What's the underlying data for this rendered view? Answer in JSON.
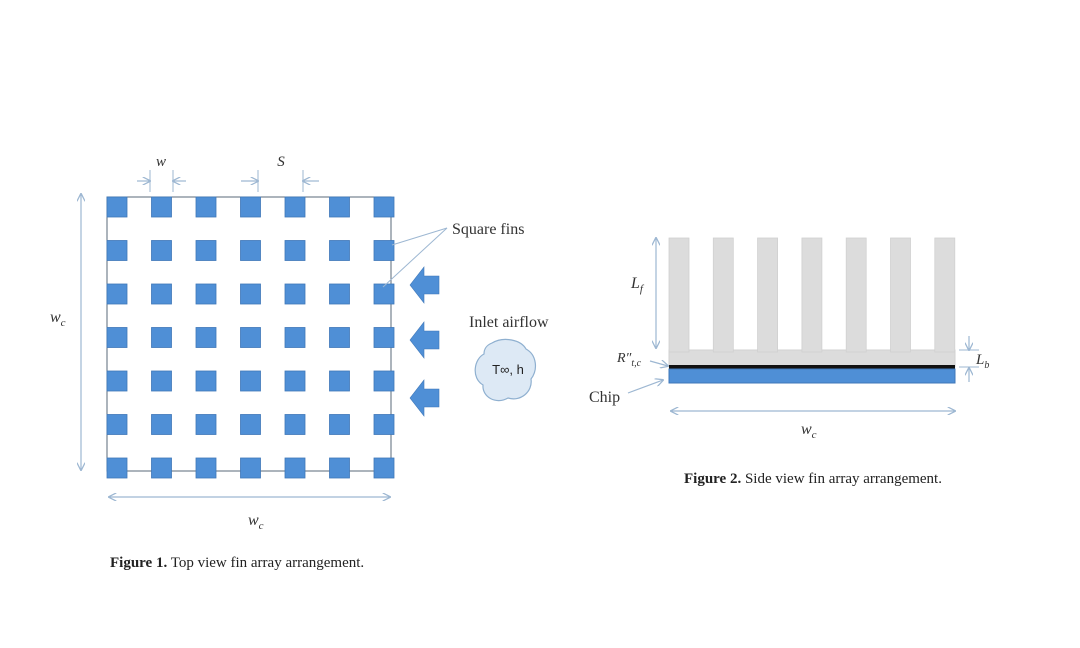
{
  "colors": {
    "fin": "#4f8fd6",
    "fin_stroke": "#3f77b8",
    "dim_line": "#9db7d2",
    "side_fin": "#dcdcdc",
    "chip": "#4f8fd6",
    "interface": "#111111",
    "blob": "#dde9f5",
    "arrow": "#4f8fd6"
  },
  "figure1": {
    "grid_rows": 7,
    "grid_cols": 7,
    "label_w": "w",
    "label_s": "S",
    "label_wc_left": "w",
    "label_wc_left_sub": "c",
    "label_wc_bottom": "w",
    "label_wc_bottom_sub": "c",
    "label_square_fins": "Square fins",
    "label_inlet_airflow": "Inlet airflow",
    "blob_text": "T∞, h",
    "caption_bold": "Figure 1.",
    "caption_text": " Top view fin array arrangement."
  },
  "figure2": {
    "fin_count": 7,
    "label_lf": "L",
    "label_lf_sub": "f",
    "label_lb": "L",
    "label_lb_sub": "b",
    "label_r": "R″",
    "label_r_sub": "t,c",
    "label_chip": "Chip",
    "label_wc": "w",
    "label_wc_sub": "c",
    "caption_bold": "Figure 2.",
    "caption_text": " Side view fin array arrangement."
  }
}
